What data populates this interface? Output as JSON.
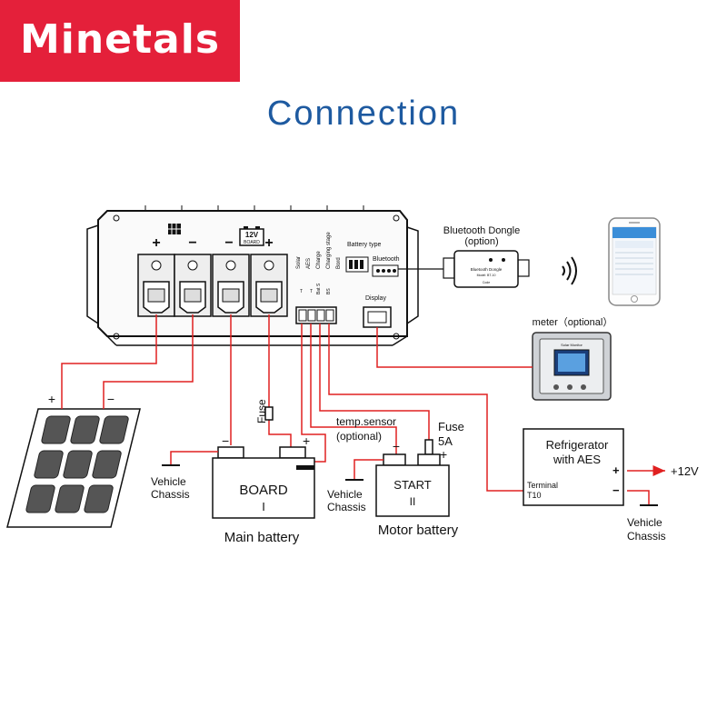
{
  "brand": {
    "logo": "Minetals",
    "accent": "#e4203a"
  },
  "title": "Connection",
  "device": {
    "plus": "+",
    "minus": "−",
    "plus2": "+",
    "minus2": "−",
    "badge_volt": "12V",
    "badge_board": "BOARD",
    "port_labels": [
      "Solar",
      "AES",
      "Charge",
      "Charging stage",
      "Bord"
    ],
    "battery_type": "Battery type",
    "bluetooth": "Bluetooth",
    "display": "Display",
    "terminal_labels": [
      "T",
      "T",
      "Bat S",
      "BS"
    ]
  },
  "dongle": {
    "label": "Bluetooth Dongle",
    "option": "(option)",
    "line1": "Bluetooth Dongle",
    "line2": "Model: BT-10",
    "line3": "Code"
  },
  "meter": {
    "label": "meter（optional）",
    "screen_title": "Solar Monitor"
  },
  "solar": {
    "plus": "+",
    "minus": "−"
  },
  "fuse1": "Fuse",
  "temp_sensor": {
    "line1": "temp.sensor",
    "line2": "(optional)"
  },
  "fuse2": {
    "line1": "Fuse",
    "line2": "5A",
    "plus": "+"
  },
  "main_battery": {
    "minus": "−",
    "plus": "+",
    "board": "BOARD",
    "numeral": "I",
    "caption": "Main battery"
  },
  "motor_battery": {
    "minus": "−",
    "start": "START",
    "numeral": "II",
    "caption": "Motor battery"
  },
  "chassis1": {
    "line1": "Vehicle",
    "line2": "Chassis"
  },
  "chassis2": {
    "line1": "Vehicle",
    "line2": "Chassis"
  },
  "chassis3": {
    "line1": "Vehicle",
    "line2": "Chassis"
  },
  "fridge": {
    "line1": "Refrigerator",
    "line2": "with AES",
    "terminal1": "Terminal",
    "terminal2": "T10",
    "plus": "+",
    "minus": "−",
    "out": "+12V"
  },
  "colors": {
    "wire": "#e02020",
    "title": "#1e5aa0",
    "line": "#111111"
  }
}
